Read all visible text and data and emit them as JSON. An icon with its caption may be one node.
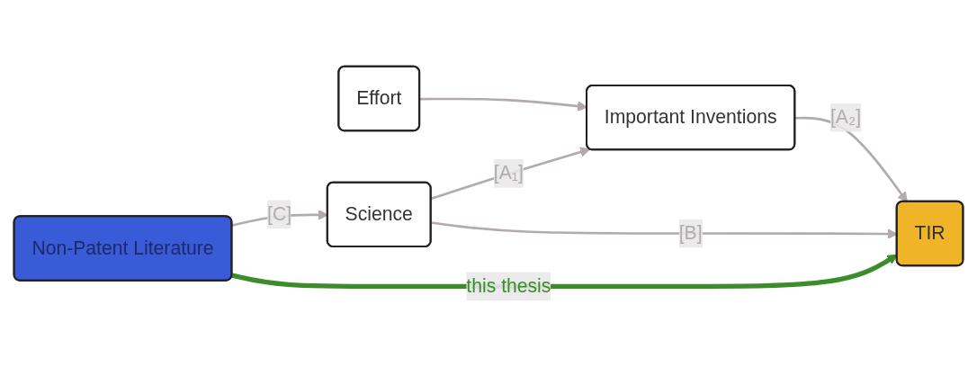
{
  "diagram": {
    "nodes": [
      {
        "text": [
          "Effort"
        ]
      },
      {
        "text": [
          "Non-Patent Literature"
        ]
      },
      {
        "text": [
          "Science"
        ]
      },
      {
        "text": [
          "Important Inventions"
        ]
      },
      {
        "text": [
          "TIR"
        ]
      }
    ],
    "edges": [
      {
        "from": 0,
        "to": 3,
        "arrow": "to"
      },
      {
        "from": 2,
        "to": 3,
        "arrow": "to",
        "label": "[A₁]"
      },
      {
        "from": 3,
        "to": 4,
        "arrow": "to",
        "label": "[A₂]"
      },
      {
        "from": 1,
        "to": 2,
        "arrow": "to",
        "label": "[C]"
      },
      {
        "from": 2,
        "to": 4,
        "arrow": "to",
        "label": "[B]"
      },
      {
        "from": 1,
        "to": 4,
        "arrow": "to",
        "label": "this thesis",
        "style": "thick",
        "color": "#3c8c2c"
      }
    ]
  }
}
